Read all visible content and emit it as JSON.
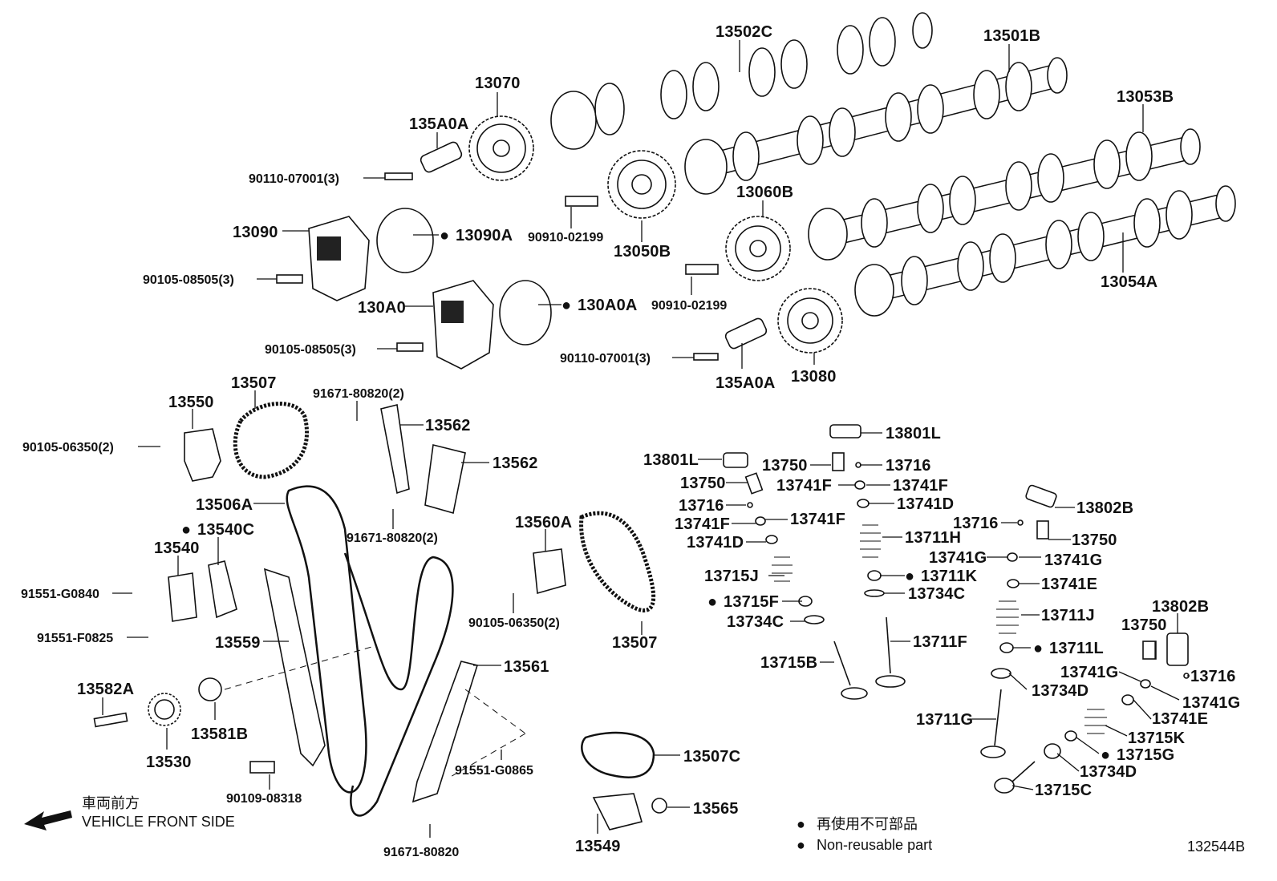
{
  "labels": {
    "l13502C": "13502C",
    "l13501B": "13501B",
    "l13053B": "13053B",
    "l13054A": "13054A",
    "l13070": "13070",
    "l135A0A_top": "135A0A",
    "l90110_top": "90110-07001(3)",
    "l13050B": "13050B",
    "l90910_top": "90910-02199",
    "l13060B": "13060B",
    "l90910_mid": "90910-02199",
    "l13090": "13090",
    "l13090A": "13090A",
    "l90105_a": "90105-08505(3)",
    "l130A0": "130A0",
    "l130A0A": "130A0A",
    "l90105_b": "90105-08505(3)",
    "l90110_mid": "90110-07001(3)",
    "l135A0A_mid": "135A0A",
    "l13080": "13080",
    "l13550": "13550",
    "l13507_top": "13507",
    "l91671_a": "91671-80820(2)",
    "l13562_a": "13562",
    "l13562_b": "13562",
    "l90105_c": "90105-06350(2)",
    "l13506A": "13506A",
    "l91671_b": "91671-80820(2)",
    "l13540C": "13540C",
    "l13540": "13540",
    "l91551_g0840": "91551-G0840",
    "l91551_f0825": "91551-F0825",
    "l13559": "13559",
    "l13560A": "13560A",
    "l90105_d": "90105-06350(2)",
    "l13507_b": "13507",
    "l13561": "13561",
    "l13582A": "13582A",
    "l13530": "13530",
    "l13581B": "13581B",
    "l91551_g0865": "91551-G0865",
    "l90109": "90109-08318",
    "l91671_c": "91671-80820",
    "l13507C": "13507C",
    "l13565": "13565",
    "l13549": "13549",
    "l13801L_a": "13801L",
    "l13801L_b": "13801L",
    "l13750_a": "13750",
    "l13716_a": "13716",
    "l13750_b": "13750",
    "l13741F_a": "13741F",
    "l13741F_b": "13741F",
    "l13716_b": "13716",
    "l13741D_a": "13741D",
    "l13741F_c": "13741F",
    "l13741F_d": "13741F",
    "l13741D_b": "13741D",
    "l13711H": "13711H",
    "l13715J": "13715J",
    "l13711K": "13711K",
    "l13734C_a": "13734C",
    "l13715F": "13715F",
    "l13734C_b": "13734C",
    "l13711F": "13711F",
    "l13715B": "13715B",
    "l13802B_a": "13802B",
    "l13716_c": "13716",
    "l13750_c": "13750",
    "l13741G_a": "13741G",
    "l13741G_b": "13741G",
    "l13741E_a": "13741E",
    "l13711J": "13711J",
    "l13802B_b": "13802B",
    "l13750_d": "13750",
    "l13711L": "13711L",
    "l13716_d": "13716",
    "l13741G_c": "13741G",
    "l13734D_a": "13734D",
    "l13741G_d": "13741G",
    "l13741E_b": "13741E",
    "l13711G": "13711G",
    "l13715K": "13715K",
    "l13715G": "13715G",
    "l13734D_b": "13734D",
    "l13715C": "13715C"
  },
  "direction": {
    "jp": "車両前方",
    "en": "VEHICLE FRONT SIDE"
  },
  "legend": {
    "jp": "再使用不可部品",
    "en": "Non-reusable part"
  },
  "figure_id": "132544B"
}
